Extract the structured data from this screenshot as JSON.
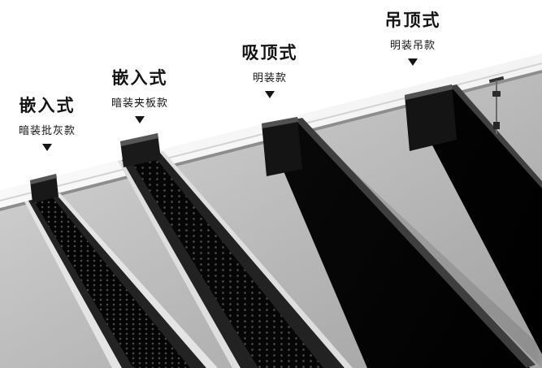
{
  "labels": [
    {
      "title": "嵌入式",
      "subtitle": "暗装批灰款"
    },
    {
      "title": "嵌入式",
      "subtitle": "暗装夹板款"
    },
    {
      "title": "吸顶式",
      "subtitle": "明装款"
    },
    {
      "title": "吊顶式",
      "subtitle": "明装吊款"
    }
  ],
  "colors": {
    "track_black": "#0a0a0a",
    "ceiling_light": "#dcdcdc",
    "ceiling_dark": "#a3a3a3",
    "edge_band": "#f2f2f2",
    "text": "#141414"
  }
}
